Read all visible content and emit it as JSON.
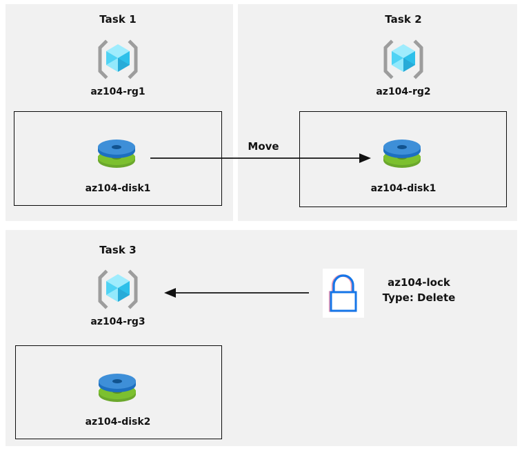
{
  "diagram": {
    "title_semantic": "azure-resource-group-tasks-diagram",
    "background": "#ffffff",
    "panel_background": "#f1f1f1",
    "box_border_color": "#0b0b0b",
    "arrow_color": "#111111"
  },
  "panels": [
    {
      "id": "task1",
      "title": "Task 1"
    },
    {
      "id": "task2",
      "title": "Task 2"
    },
    {
      "id": "task3",
      "title": "Task 3"
    }
  ],
  "resource_groups": [
    {
      "id": "rg1",
      "label": "az104-rg1",
      "icon": "resource-group-icon"
    },
    {
      "id": "rg2",
      "label": "az104-rg2",
      "icon": "resource-group-icon"
    },
    {
      "id": "rg3",
      "label": "az104-rg3",
      "icon": "resource-group-icon"
    }
  ],
  "disks": [
    {
      "id": "disk1a",
      "label": "az104-disk1",
      "icon": "managed-disk-icon",
      "in_panel": "task1"
    },
    {
      "id": "disk1b",
      "label": "az104-disk1",
      "icon": "managed-disk-icon",
      "in_panel": "task2"
    },
    {
      "id": "disk2",
      "label": "az104-disk2",
      "icon": "managed-disk-icon",
      "in_panel": "task3"
    }
  ],
  "connectors": [
    {
      "id": "move",
      "label": "Move",
      "direction": "right",
      "from": "az104-disk1 (az104-rg1)",
      "to": "az104-rg2"
    },
    {
      "id": "lock-apply",
      "label": "",
      "direction": "left",
      "from": "az104-lock",
      "to": "az104-rg3"
    }
  ],
  "lock": {
    "icon": "lock-icon",
    "name": "az104-lock",
    "type_line": "Type: Delete",
    "tile_background": "#ffffff",
    "outline_color": "#1576e8"
  },
  "icon_colors": {
    "cube_light": "#8ee7fb",
    "cube_mid": "#55d6f7",
    "cube_dark": "#2cc4ec",
    "cube_deep": "#27b3de",
    "bracket": "#9d9d9d",
    "disk_blue_top": "#3e8fd8",
    "disk_blue_side": "#1d6fc0",
    "disk_green_top": "#7cb93a",
    "disk_green_side": "#5f9420"
  }
}
